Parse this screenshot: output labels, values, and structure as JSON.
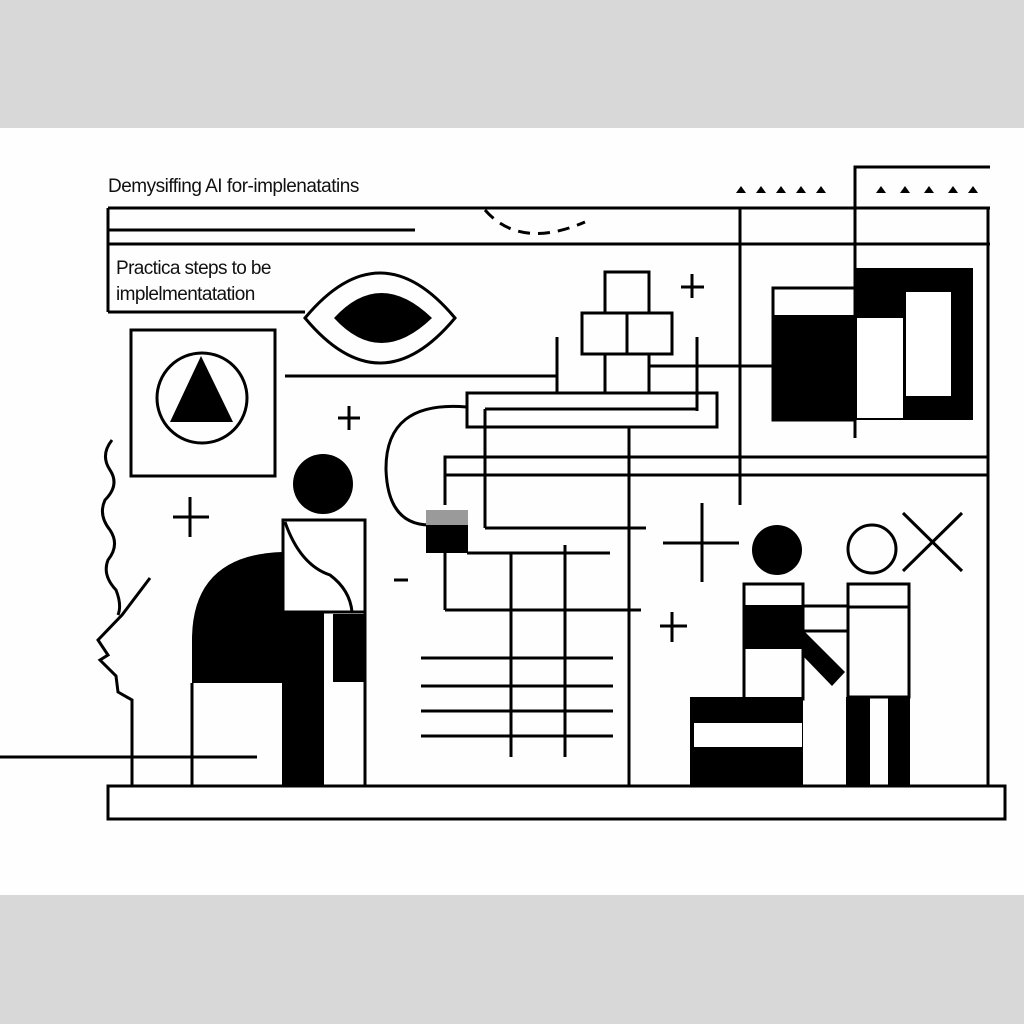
{
  "illustration": {
    "title": "Demysiffing AI for-implenatatins",
    "subtitle_line1": "Practica steps to be",
    "subtitle_line2": "implelmentatation",
    "colors": {
      "background_band": "#d7d8d7",
      "canvas": "#fdfefd",
      "ink": "#000000",
      "accent_gray": "#9a9a9a"
    },
    "icons": [
      "eye-icon",
      "triangle-in-circle-icon",
      "plus-icon",
      "x-mark-icon",
      "circle-icon",
      "triangle-marker-icon"
    ]
  }
}
